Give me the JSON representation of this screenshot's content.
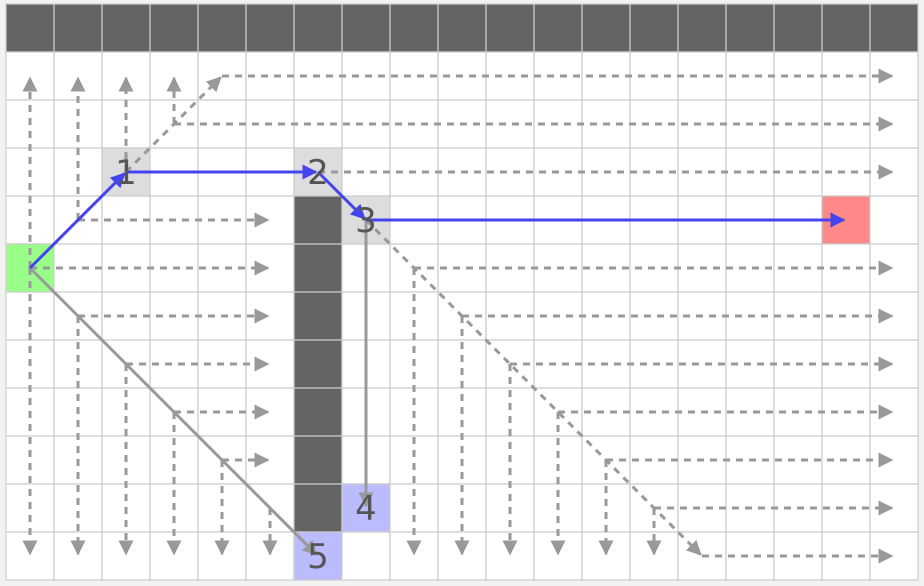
{
  "grid": {
    "cols": 19,
    "rows": 12
  },
  "colors": {
    "background": "#f2f2f2",
    "cell": "#ffffff",
    "cell_border": "#cccccc",
    "wall": "#646464",
    "start": "#99ff88",
    "goal": "#ff8888",
    "visited": "#dddddd",
    "frontier": "#bbbbff",
    "path_arrow": "#4444ee",
    "expansion_arrow": "#999999",
    "label_text": "#555555"
  },
  "walls": [
    [
      0,
      0
    ],
    [
      1,
      0
    ],
    [
      2,
      0
    ],
    [
      3,
      0
    ],
    [
      4,
      0
    ],
    [
      5,
      0
    ],
    [
      6,
      0
    ],
    [
      7,
      0
    ],
    [
      8,
      0
    ],
    [
      9,
      0
    ],
    [
      10,
      0
    ],
    [
      11,
      0
    ],
    [
      12,
      0
    ],
    [
      13,
      0
    ],
    [
      14,
      0
    ],
    [
      15,
      0
    ],
    [
      16,
      0
    ],
    [
      17,
      0
    ],
    [
      18,
      0
    ],
    [
      6,
      4
    ],
    [
      6,
      5
    ],
    [
      6,
      6
    ],
    [
      6,
      7
    ],
    [
      6,
      8
    ],
    [
      6,
      9
    ],
    [
      6,
      10
    ]
  ],
  "start": [
    0,
    5
  ],
  "goal": [
    17,
    4
  ],
  "nodes": [
    {
      "label": "1",
      "cell": [
        2,
        3
      ],
      "state": "visited"
    },
    {
      "label": "2",
      "cell": [
        6,
        3
      ],
      "state": "visited"
    },
    {
      "label": "3",
      "cell": [
        7,
        4
      ],
      "state": "visited"
    },
    {
      "label": "4",
      "cell": [
        7,
        10
      ],
      "state": "frontier"
    },
    {
      "label": "5",
      "cell": [
        6,
        11
      ],
      "state": "frontier"
    }
  ],
  "edges": [
    {
      "from": [
        0,
        5
      ],
      "to": [
        2,
        3
      ],
      "style": "path"
    },
    {
      "from": [
        2,
        3
      ],
      "to": [
        6,
        3
      ],
      "style": "path"
    },
    {
      "from": [
        6,
        3
      ],
      "to": [
        7,
        4
      ],
      "style": "path"
    },
    {
      "from": [
        7,
        4
      ],
      "to": [
        17,
        4
      ],
      "style": "path"
    },
    {
      "from": [
        7,
        4
      ],
      "to": [
        7,
        10
      ],
      "style": "solid"
    },
    {
      "from": [
        0,
        5
      ],
      "to": [
        6,
        11
      ],
      "style": "solid"
    },
    {
      "from": [
        0,
        5
      ],
      "to": [
        0,
        1
      ],
      "style": "dashed"
    },
    {
      "from": [
        0,
        5
      ],
      "to": [
        0,
        11
      ],
      "style": "dashed"
    },
    {
      "from": [
        0,
        5
      ],
      "to": [
        5,
        5
      ],
      "style": "dashed"
    },
    {
      "from": [
        1,
        4
      ],
      "to": [
        1,
        1
      ],
      "style": "dashed"
    },
    {
      "from": [
        1,
        4
      ],
      "to": [
        5,
        4
      ],
      "style": "dashed"
    },
    {
      "from": [
        1,
        6
      ],
      "to": [
        1,
        11
      ],
      "style": "dashed"
    },
    {
      "from": [
        1,
        6
      ],
      "to": [
        5,
        6
      ],
      "style": "dashed"
    },
    {
      "from": [
        2,
        3
      ],
      "to": [
        2,
        1
      ],
      "style": "dashed"
    },
    {
      "from": [
        2,
        3
      ],
      "to": [
        4,
        1
      ],
      "style": "dashed"
    },
    {
      "from": [
        2,
        7
      ],
      "to": [
        2,
        11
      ],
      "style": "dashed"
    },
    {
      "from": [
        2,
        7
      ],
      "to": [
        5,
        7
      ],
      "style": "dashed"
    },
    {
      "from": [
        3,
        2
      ],
      "to": [
        3,
        1
      ],
      "style": "dashed"
    },
    {
      "from": [
        3,
        2
      ],
      "to": [
        18,
        2
      ],
      "style": "dashed"
    },
    {
      "from": [
        3,
        8
      ],
      "to": [
        3,
        11
      ],
      "style": "dashed"
    },
    {
      "from": [
        3,
        8
      ],
      "to": [
        5,
        8
      ],
      "style": "dashed"
    },
    {
      "from": [
        4,
        1
      ],
      "to": [
        18,
        1
      ],
      "style": "dashed"
    },
    {
      "from": [
        4,
        9
      ],
      "to": [
        4,
        11
      ],
      "style": "dashed"
    },
    {
      "from": [
        4,
        9
      ],
      "to": [
        5,
        9
      ],
      "style": "dashed"
    },
    {
      "from": [
        5,
        10
      ],
      "to": [
        5,
        11
      ],
      "style": "dashed"
    },
    {
      "from": [
        6,
        3
      ],
      "to": [
        18,
        3
      ],
      "style": "dashed"
    },
    {
      "from": [
        7,
        4
      ],
      "to": [
        14,
        11
      ],
      "style": "dashed"
    },
    {
      "from": [
        8,
        5
      ],
      "to": [
        8,
        11
      ],
      "style": "dashed"
    },
    {
      "from": [
        8,
        5
      ],
      "to": [
        18,
        5
      ],
      "style": "dashed"
    },
    {
      "from": [
        9,
        6
      ],
      "to": [
        9,
        11
      ],
      "style": "dashed"
    },
    {
      "from": [
        9,
        6
      ],
      "to": [
        18,
        6
      ],
      "style": "dashed"
    },
    {
      "from": [
        10,
        7
      ],
      "to": [
        10,
        11
      ],
      "style": "dashed"
    },
    {
      "from": [
        10,
        7
      ],
      "to": [
        18,
        7
      ],
      "style": "dashed"
    },
    {
      "from": [
        11,
        8
      ],
      "to": [
        11,
        11
      ],
      "style": "dashed"
    },
    {
      "from": [
        11,
        8
      ],
      "to": [
        18,
        8
      ],
      "style": "dashed"
    },
    {
      "from": [
        12,
        9
      ],
      "to": [
        12,
        11
      ],
      "style": "dashed"
    },
    {
      "from": [
        12,
        9
      ],
      "to": [
        18,
        9
      ],
      "style": "dashed"
    },
    {
      "from": [
        13,
        10
      ],
      "to": [
        13,
        11
      ],
      "style": "dashed"
    },
    {
      "from": [
        13,
        10
      ],
      "to": [
        18,
        10
      ],
      "style": "dashed"
    },
    {
      "from": [
        14,
        11
      ],
      "to": [
        18,
        11
      ],
      "style": "dashed"
    }
  ]
}
